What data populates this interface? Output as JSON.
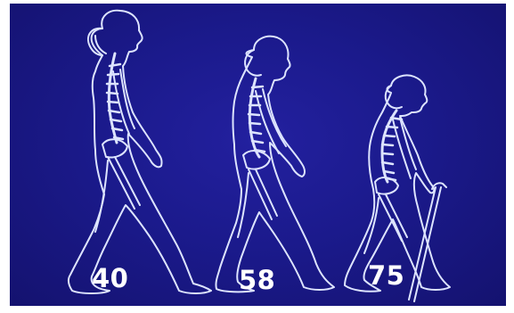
{
  "figures": [
    {
      "id": "figure-40",
      "age_label": "40"
    },
    {
      "id": "figure-58",
      "age_label": "58"
    },
    {
      "id": "figure-75",
      "age_label": "75"
    }
  ],
  "colors": {
    "background": "#1b1a8c",
    "outline": "#dde4ff",
    "label": "#ffffff"
  }
}
